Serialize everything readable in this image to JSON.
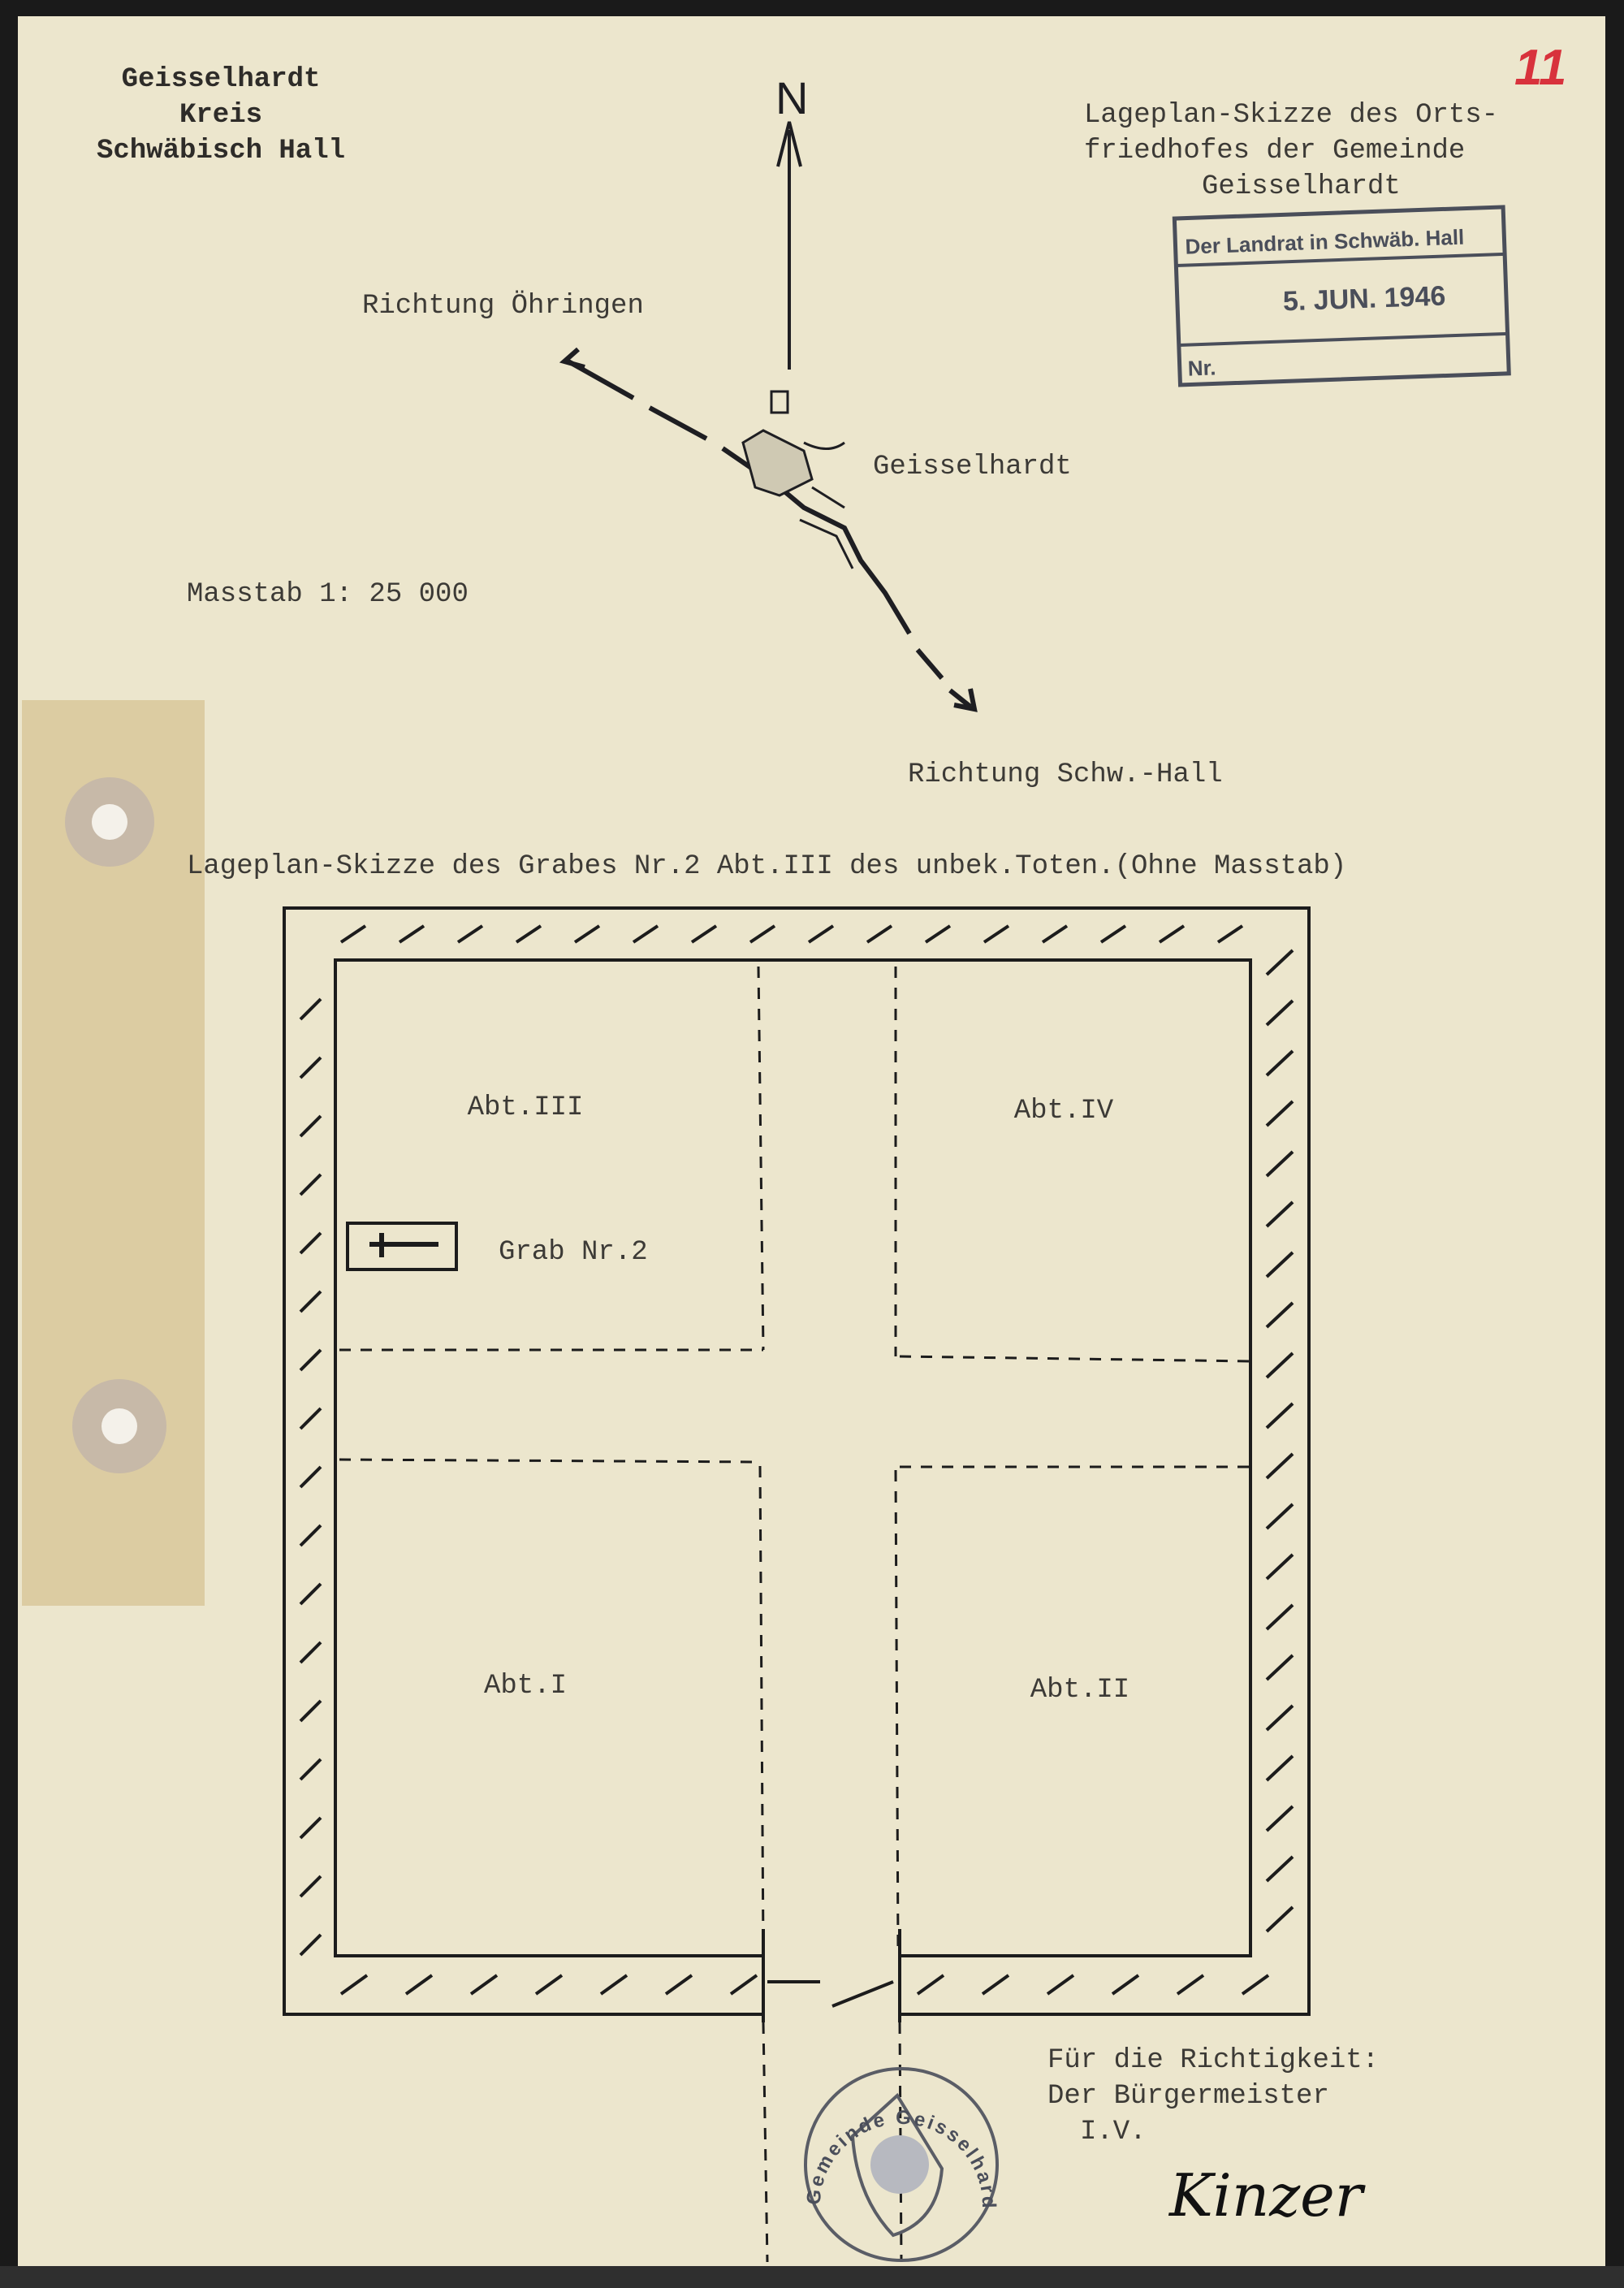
{
  "header_left": {
    "line1": "Geisselhardt",
    "line2": "Kreis",
    "line3": "Schwäbisch Hall"
  },
  "header_right": {
    "line1": "Lageplan-Skizze des Orts-",
    "line2": "friedhofes der Gemeinde",
    "line3": "Geisselhardt"
  },
  "page_number": "11",
  "received_stamp": {
    "line1": "Der Landrat in Schwäb. Hall",
    "date": "5. JUN. 1946",
    "nr_label": "Nr."
  },
  "location_map": {
    "north_label": "N",
    "direction_oehringen": "Richtung Öhringen",
    "village_label": "Geisselhardt",
    "scale": "Masstab 1: 25 000",
    "direction_hall": "Richtung Schw.-Hall"
  },
  "cemetery_plan": {
    "caption": "Lageplan-Skizze des Grabes Nr.2 Abt.III des unbek.Toten.(Ohne Masstab)",
    "sections": {
      "abt3": "Abt.III",
      "abt4": "Abt.IV",
      "abt1": "Abt.I",
      "abt2": "Abt.II"
    },
    "grave_label": "Grab Nr.2"
  },
  "certification": {
    "line1": "Für die Richtigkeit:",
    "line2": "Der Bürgermeister",
    "line3": "I.V.",
    "signature": "Kinzer"
  },
  "seal": {
    "text": "Gemeinde Geisselhardt"
  },
  "colors": {
    "paper": "#ece6cd",
    "ink": "#2a2a2a",
    "red": "#d8323c",
    "stamp": "#4a4e5a"
  }
}
